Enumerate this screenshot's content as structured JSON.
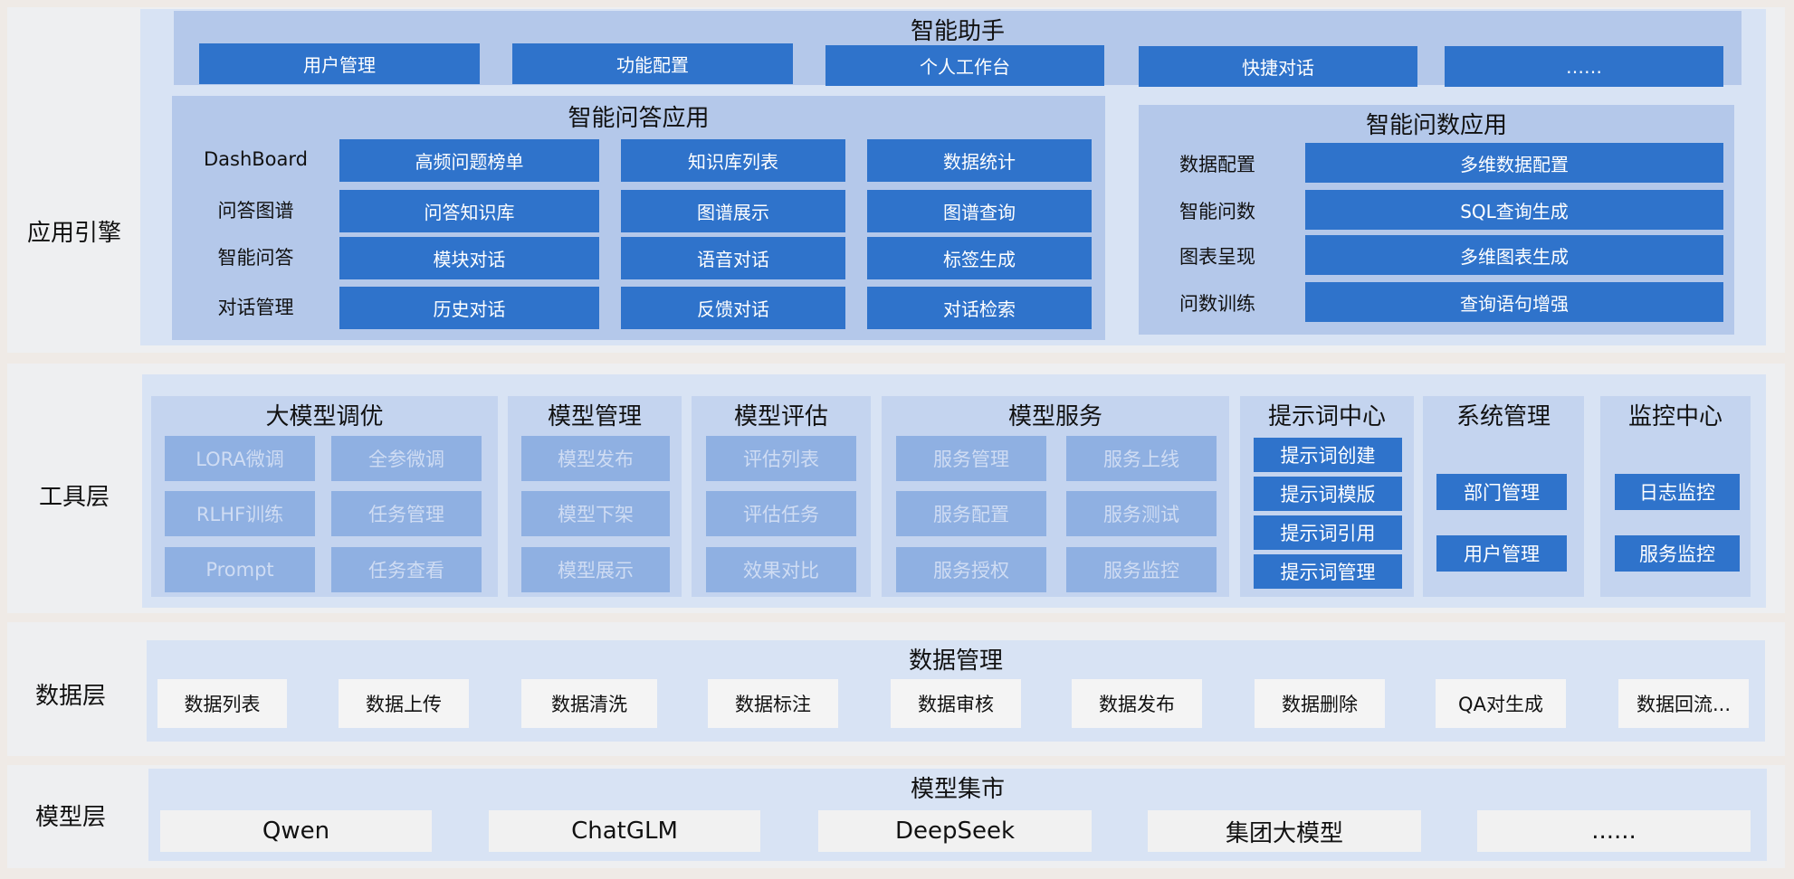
{
  "layers": {
    "app": "应用引擎",
    "tool": "工具层",
    "data": "数据层",
    "model": "模型层"
  },
  "assistant": {
    "title": "智能助手",
    "items": [
      "用户管理",
      "功能配置",
      "个人工作台",
      "快捷对话",
      "……"
    ]
  },
  "qa_app": {
    "title": "智能问答应用",
    "rows": [
      {
        "label": "DashBoard",
        "items": [
          "高频问题榜单",
          "知识库列表",
          "数据统计"
        ]
      },
      {
        "label": "问答图谱",
        "items": [
          "问答知识库",
          "图谱展示",
          "图谱查询"
        ]
      },
      {
        "label": "智能问答",
        "items": [
          "模块对话",
          "语音对话",
          "标签生成"
        ]
      },
      {
        "label": "对话管理",
        "items": [
          "历史对话",
          "反馈对话",
          "对话检索"
        ]
      }
    ]
  },
  "data_app": {
    "title": "智能问数应用",
    "rows": [
      {
        "label": "数据配置",
        "item": "多维数据配置"
      },
      {
        "label": "智能问数",
        "item": "SQL查询生成"
      },
      {
        "label": "图表呈现",
        "item": "多维图表生成"
      },
      {
        "label": "问数训练",
        "item": "查询语句增强"
      }
    ]
  },
  "tools": {
    "tuning": {
      "title": "大模型调优",
      "items": [
        "LORA微调",
        "全参微调",
        "RLHF训练",
        "任务管理",
        "Prompt",
        "任务查看"
      ]
    },
    "model_mgmt": {
      "title": "模型管理",
      "items": [
        "模型发布",
        "模型下架",
        "模型展示"
      ]
    },
    "model_eval": {
      "title": "模型评估",
      "items": [
        "评估列表",
        "评估任务",
        "效果对比"
      ]
    },
    "model_service": {
      "title": "模型服务",
      "items": [
        "服务管理",
        "服务上线",
        "服务配置",
        "服务测试",
        "服务授权",
        "服务监控"
      ]
    },
    "prompt_center": {
      "title": "提示词中心",
      "items": [
        "提示词创建",
        "提示词模版",
        "提示词引用",
        "提示词管理"
      ]
    },
    "sys_mgmt": {
      "title": "系统管理",
      "items": [
        "部门管理",
        "用户管理"
      ]
    },
    "monitor": {
      "title": "监控中心",
      "items": [
        "日志监控",
        "服务监控"
      ]
    }
  },
  "data_mgmt": {
    "title": "数据管理",
    "items": [
      "数据列表",
      "数据上传",
      "数据清洗",
      "数据标注",
      "数据审核",
      "数据发布",
      "数据删除",
      "QA对生成",
      "数据回流..."
    ]
  },
  "market": {
    "title": "模型集市",
    "items": [
      "Qwen",
      "ChatGLM",
      "DeepSeek",
      "集团大模型",
      "......"
    ]
  }
}
